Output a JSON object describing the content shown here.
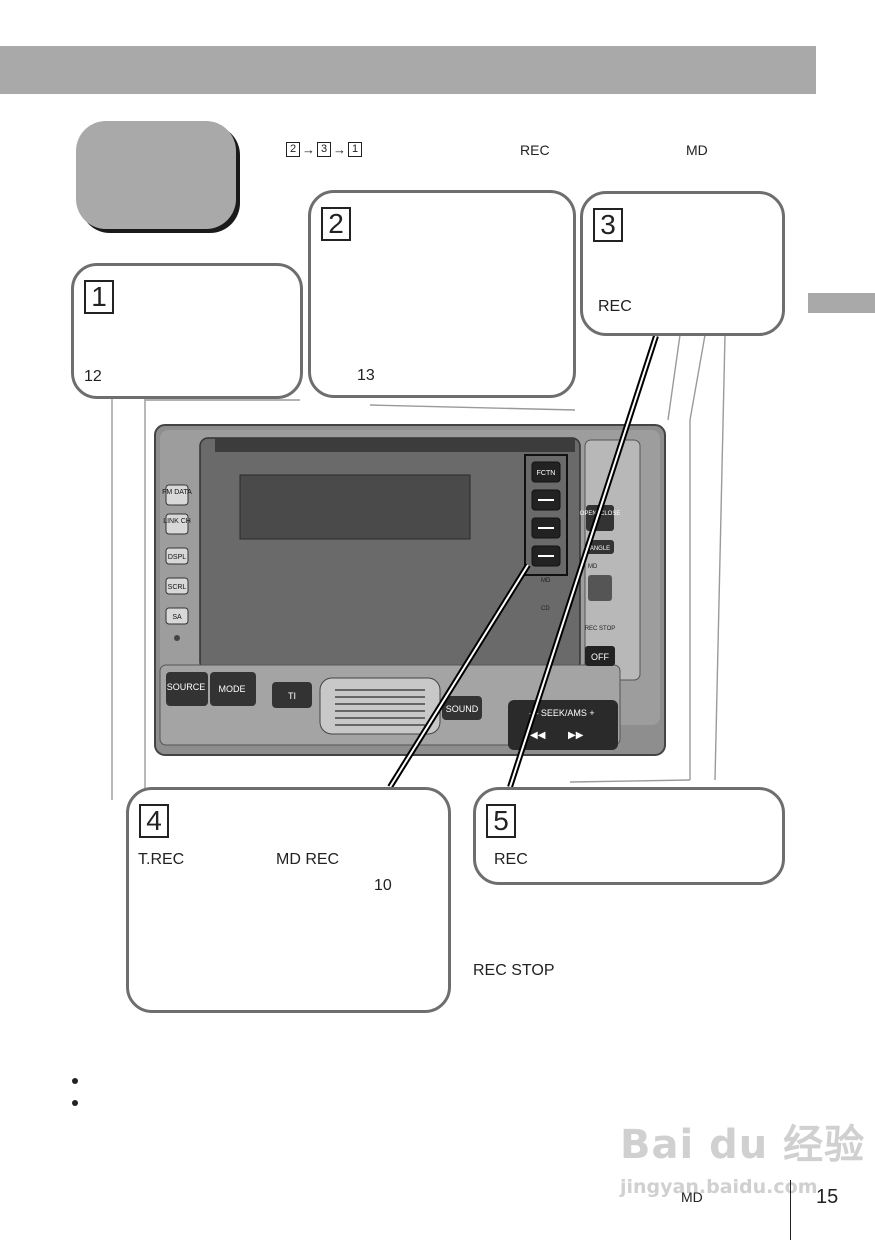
{
  "header": {
    "bar_color": "#a9a9a9"
  },
  "steps_order": {
    "n1": "2",
    "n2": "3",
    "n3": "1",
    "arrow": "→"
  },
  "top_labels": {
    "rec": "REC",
    "md": "MD"
  },
  "step1": {
    "number": "1",
    "text": "12"
  },
  "step2": {
    "number": "2",
    "text": "13"
  },
  "step3": {
    "number": "3",
    "text": "REC"
  },
  "step4": {
    "number": "4",
    "text_a": "T.REC",
    "text_b": "MD REC",
    "text_c": "10"
  },
  "step5": {
    "number": "5",
    "text": "REC"
  },
  "rec_stop_note": "REC STOP",
  "device": {
    "left_buttons": [
      "FM DATA",
      "LINK CH",
      "DSPL",
      "SCRL",
      "SA"
    ],
    "bottom_left": {
      "source": "SOURCE",
      "mode": "MODE"
    },
    "ti": "TI",
    "sound": "SOUND",
    "fctn": "FCTN",
    "open_close": "OPEN/ CLOSE",
    "angle": "ANGLE",
    "md": "MD",
    "cd": "CD",
    "rec_stop": "REC STOP",
    "off": "OFF",
    "seek": "— SEEK/AMS +"
  },
  "footer": {
    "md": "MD",
    "page": "15"
  },
  "watermark": {
    "line1": "Bai du 经验",
    "line2": "jingyan.baidu.com"
  }
}
